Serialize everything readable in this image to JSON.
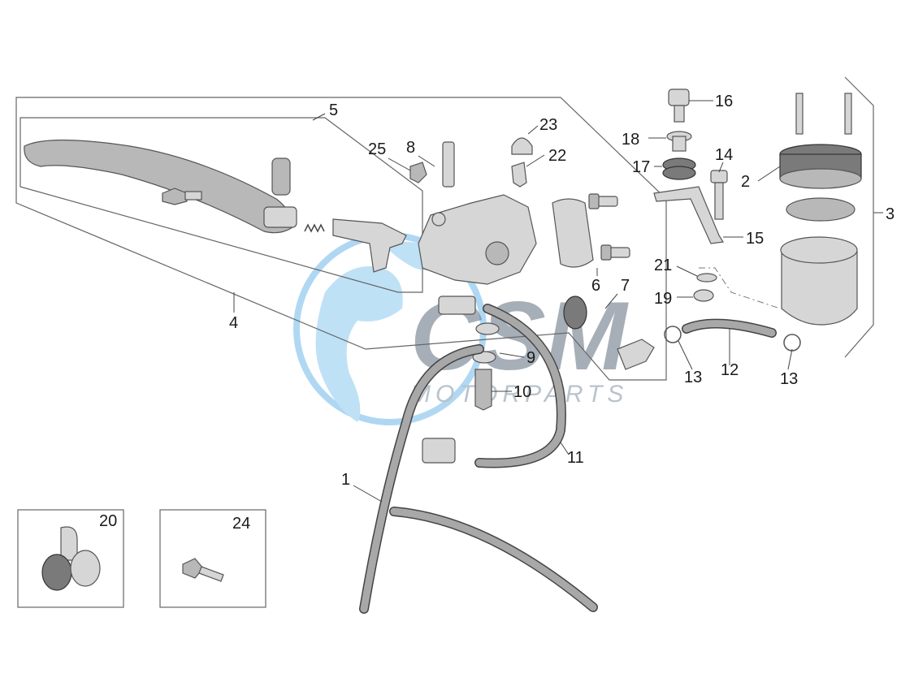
{
  "watermark": {
    "brand": "CSM",
    "tagline": "MOTORPARTS",
    "globe_color": "#4aa3e0"
  },
  "callouts": [
    "1",
    "2",
    "3",
    "4",
    "5",
    "6",
    "7",
    "8",
    "9",
    "10",
    "11",
    "12",
    "13",
    "13",
    "14",
    "15",
    "16",
    "17",
    "18",
    "19",
    "20",
    "21",
    "22",
    "23",
    "24",
    "25"
  ],
  "inset_boxes": {
    "left_number": "20",
    "right_number": "24"
  }
}
